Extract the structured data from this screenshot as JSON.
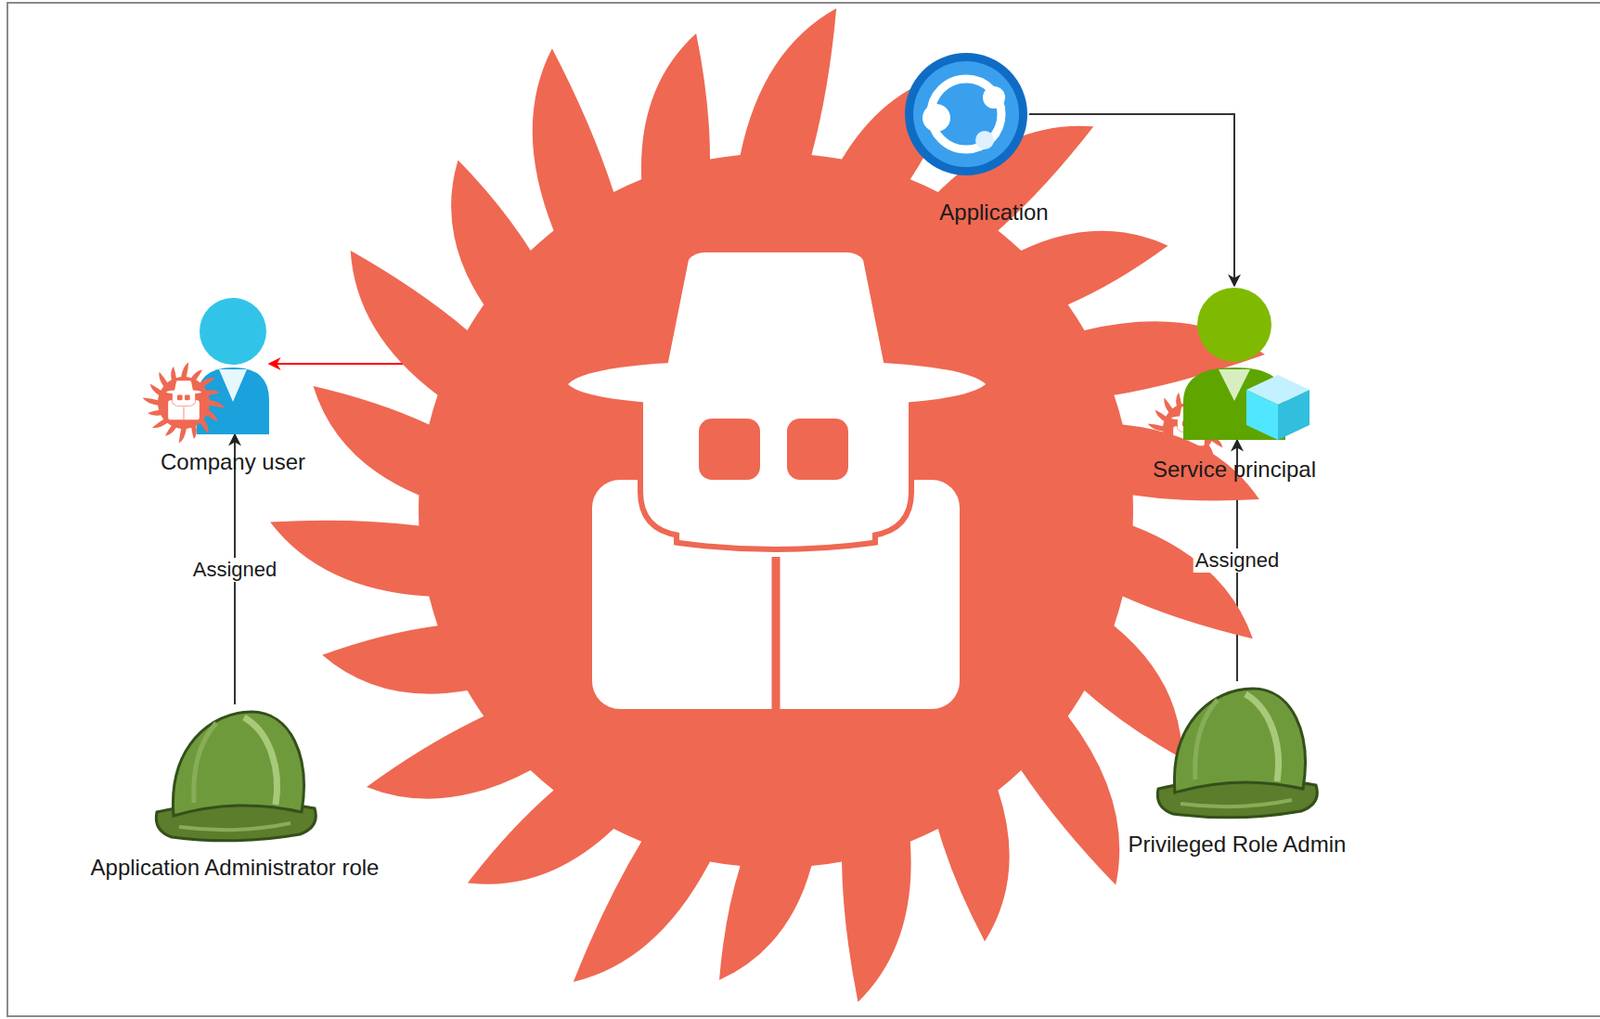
{
  "diagram": {
    "nodes": [
      {
        "text": [
          "Application"
        ]
      },
      {
        "text": [
          "Company user"
        ]
      },
      {
        "text": [
          "Service principal"
        ]
      },
      {
        "text": [
          "Application Administrator role"
        ]
      },
      {
        "text": [
          "Privileged Role Admin"
        ]
      }
    ],
    "edges": [
      {
        "from": 0,
        "to": 2,
        "arrow": "to"
      },
      {
        "from": 2,
        "to": 1,
        "arrow": "to"
      },
      {
        "from": 3,
        "to": 1,
        "label": "Assigned",
        "arrow": "to"
      },
      {
        "from": 4,
        "to": 2,
        "label": "Assigned",
        "arrow": "to"
      }
    ]
  }
}
